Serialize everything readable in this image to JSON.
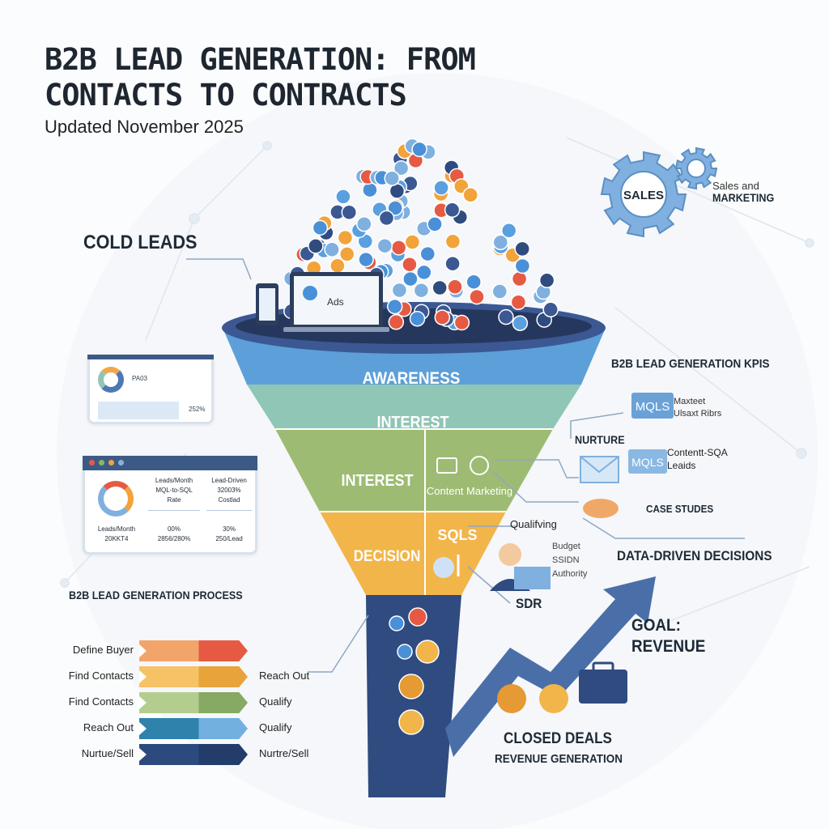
{
  "header": {
    "title": "B2B LEAD GENERATION: FROM CONTACTS TO CONTRACTS",
    "subtitle": "Updated November 2025"
  },
  "cold_leads": {
    "label": "COLD LEADS",
    "ads_label": "Ads"
  },
  "gears": {
    "gear_label": "SALES",
    "line1": "Sales and",
    "line2": "MARKETING"
  },
  "funnel": {
    "stages": [
      "AWARENESS",
      "INTEREST",
      "INTEREST",
      "DECISION"
    ],
    "content_marketing": "Content Marketing",
    "sqls": "SQLS",
    "colors": {
      "awareness": "#5d9fd8",
      "interest": "#8fc6b6",
      "interest2": "#9dbb72",
      "decision": "#f2b54a",
      "stem": "#2f4b7f"
    }
  },
  "dashboard1": {
    "label": "PA03",
    "value": "252%"
  },
  "dashboard2": {
    "col1": [
      "Leads/Month",
      "MQL-to-SQL",
      "Rate"
    ],
    "col2": [
      "Lead-Driven",
      "32003%",
      "Costlad"
    ],
    "donut_label": [
      "Leads/Month",
      "20KKT4"
    ],
    "val1": [
      "00%",
      "2856/280%"
    ],
    "val2": [
      "30%",
      "250/Lead"
    ]
  },
  "kpis": {
    "title": "B2B LEAD GENERATION KPIS",
    "mql1_badge": "MQLS",
    "mql1_text": [
      "Maxteet",
      "Ulsaxt Ribrs"
    ],
    "nurture": "NURTURE",
    "mql2_badge": "MQLS",
    "mql2_text": [
      "Contentt-SQA",
      "Leaids"
    ],
    "case_studies": "CASE STUDES",
    "data_driven": "DATA-DRIVEN DECISIONS"
  },
  "sdr": {
    "qualifying": "Qualifving",
    "criteria": [
      "Budget",
      "SSIDN",
      "Authority"
    ],
    "label": "SDR"
  },
  "goal": {
    "line1": "GOAL:",
    "line2": "REVENUE",
    "closed": "CLOSED DEALS",
    "revenue": "REVENUE GENERATION"
  },
  "process": {
    "title": "B2B LEAD GENERATION PROCESS",
    "rows": [
      {
        "left": "Define Buyer",
        "right": "",
        "c1": "#f3a46a",
        "c2": "#e65a43"
      },
      {
        "left": "Find Contacts",
        "right": "Reach Out",
        "c1": "#f6c266",
        "c2": "#e8a33a"
      },
      {
        "left": "Find Contacts",
        "right": "Qualify",
        "c1": "#b3cd8f",
        "c2": "#86a964"
      },
      {
        "left": "Reach Out",
        "right": "Qualify",
        "c1": "#2f82ac",
        "c2": "#72b0e0"
      },
      {
        "left": "Nurtue/Sell",
        "right": "Nurtre/Sell",
        "c1": "#2d4a7e",
        "c2": "#233c69"
      }
    ]
  }
}
